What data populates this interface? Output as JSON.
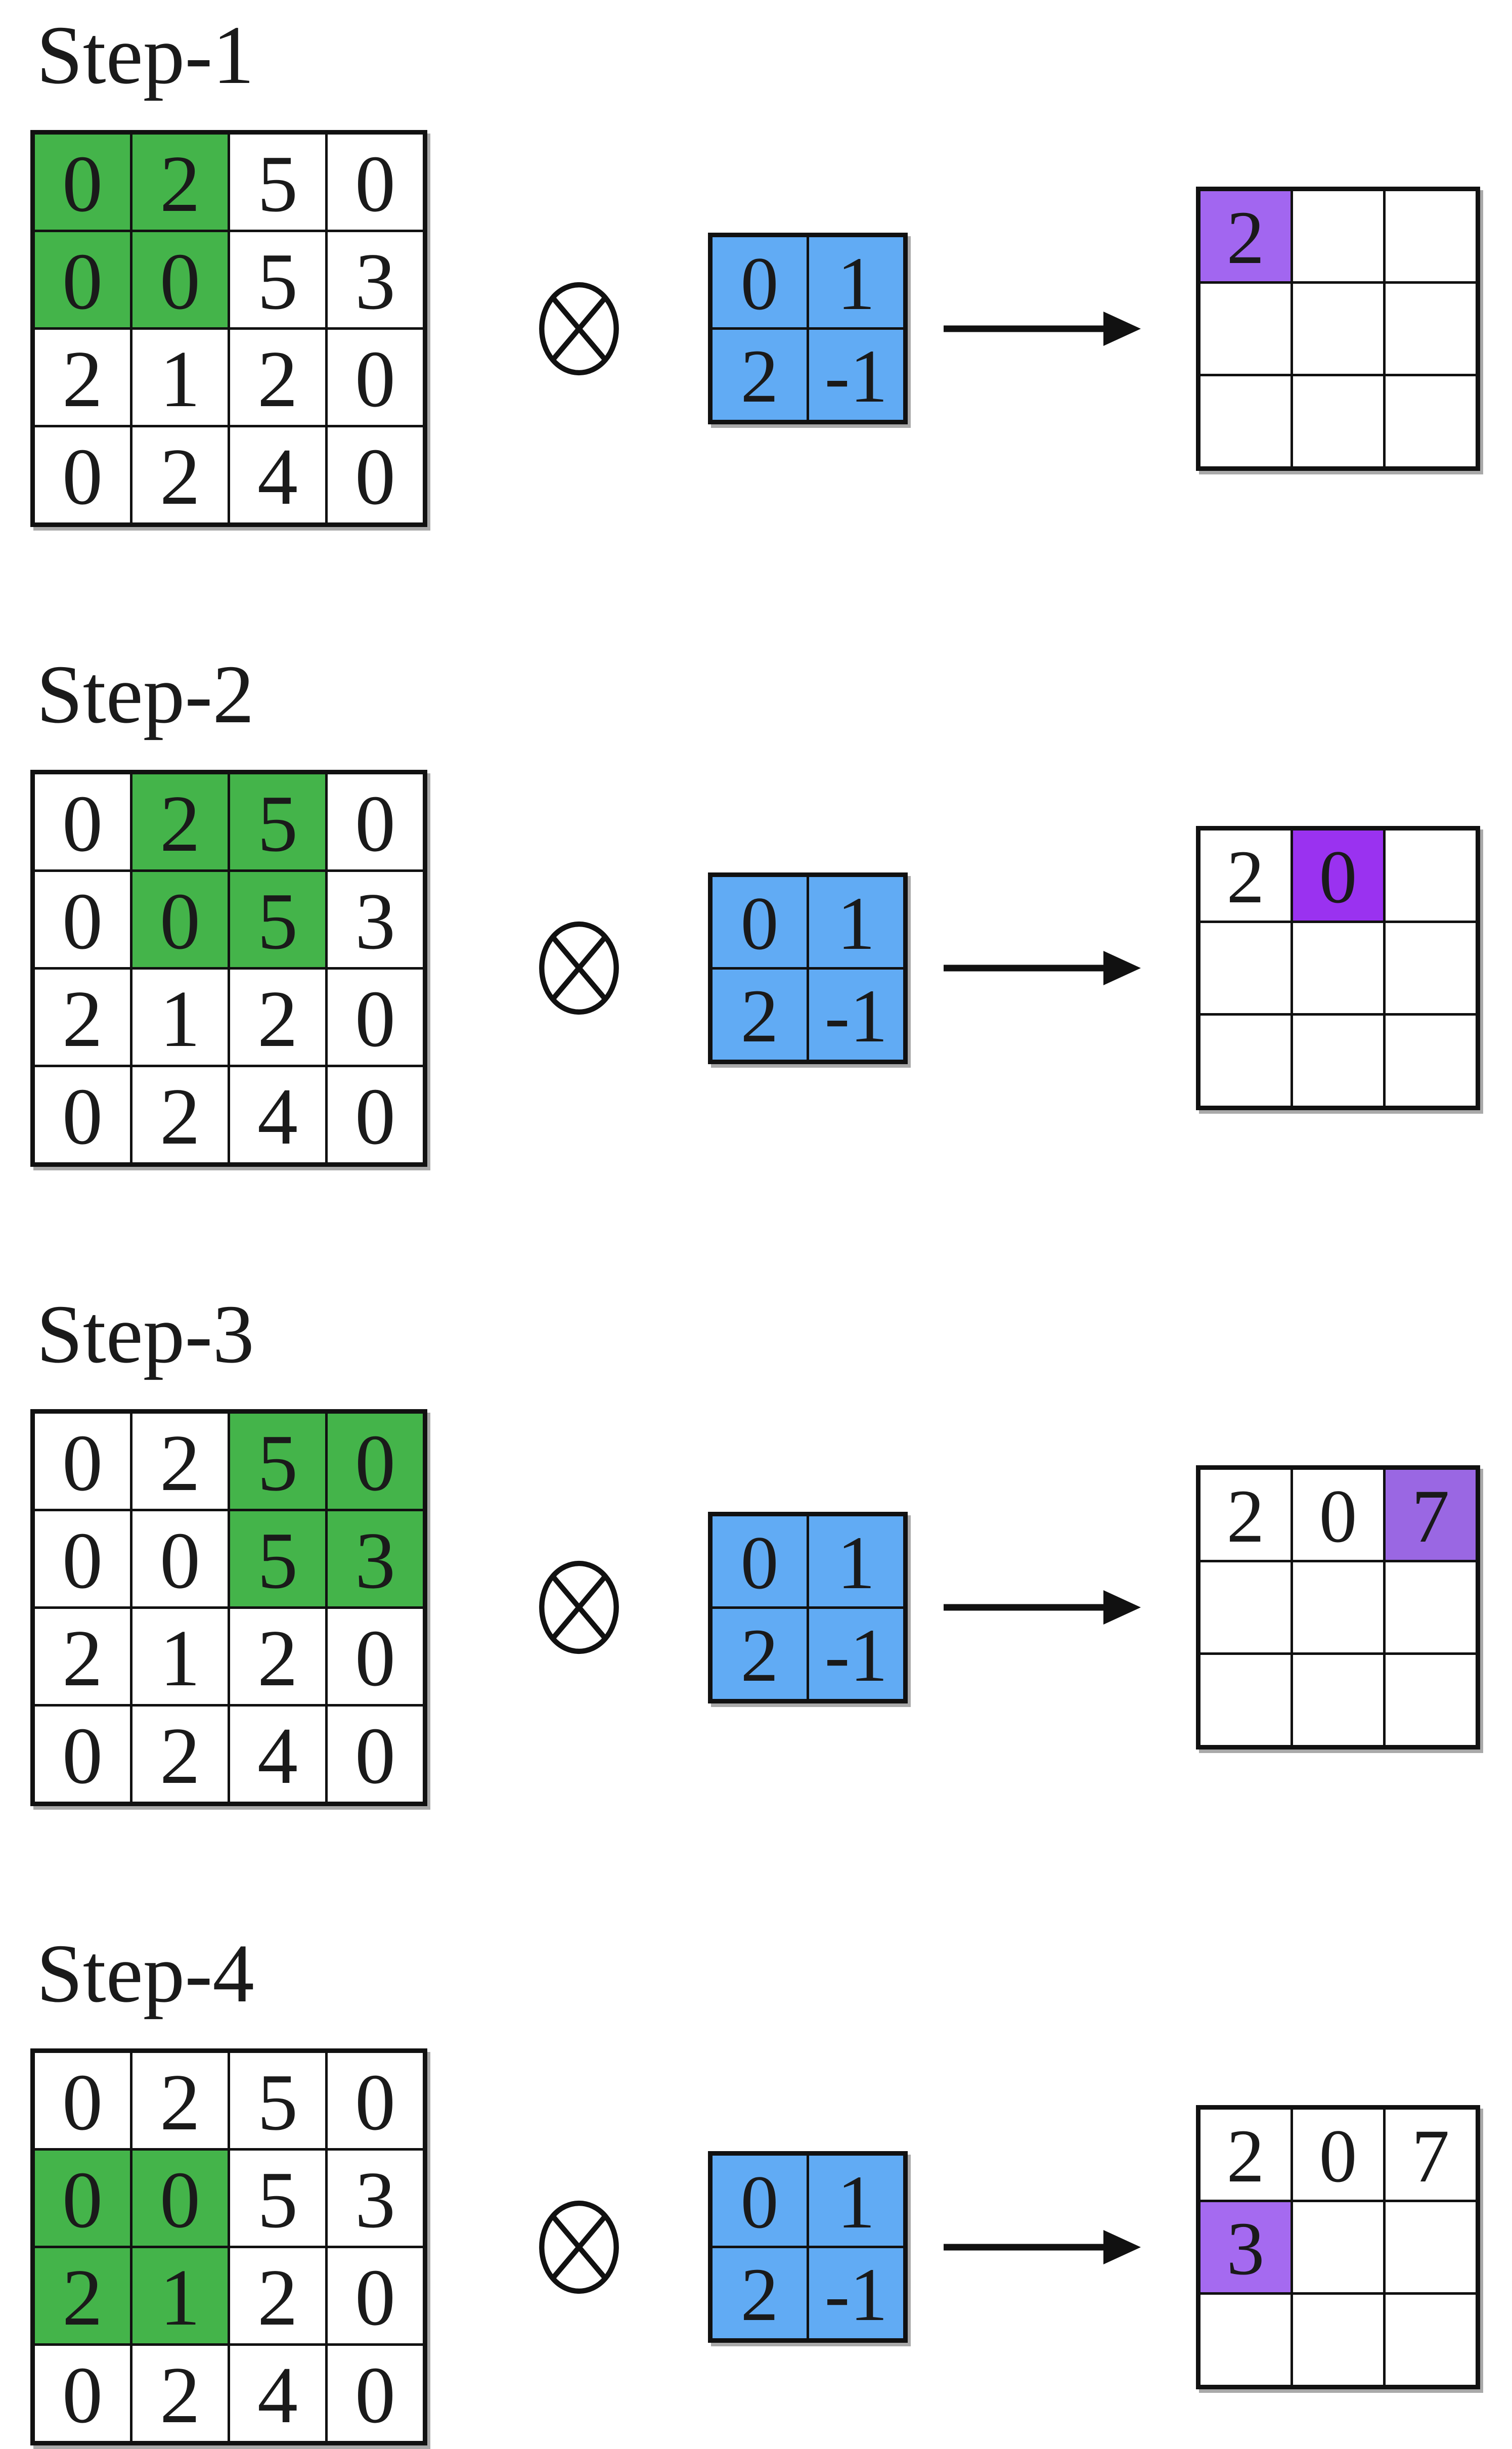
{
  "figure": {
    "operator_symbol": "⊗",
    "colors": {
      "highlight_green": "#44b44a",
      "kernel_blue": "#61abf4",
      "grid_line": "#111111",
      "text": "#1a1a1a",
      "background": "#ffffff",
      "shadow_gray": "#a9a9a9"
    }
  },
  "input_matrix": [
    [
      0,
      2,
      5,
      0
    ],
    [
      0,
      0,
      5,
      3
    ],
    [
      2,
      1,
      2,
      0
    ],
    [
      0,
      2,
      4,
      0
    ]
  ],
  "kernel": [
    [
      0,
      1
    ],
    [
      2,
      -1
    ]
  ],
  "steps": [
    {
      "label": "Step-1",
      "window_cells": [
        [
          0,
          0
        ],
        [
          0,
          1
        ],
        [
          1,
          0
        ],
        [
          1,
          1
        ]
      ],
      "output": [
        [
          "2",
          "",
          ""
        ],
        [
          "",
          "",
          ""
        ],
        [
          "",
          "",
          ""
        ]
      ],
      "result_cell": [
        0,
        0
      ],
      "result_value": "2",
      "result_color": "#a266f0"
    },
    {
      "label": "Step-2",
      "window_cells": [
        [
          0,
          1
        ],
        [
          0,
          2
        ],
        [
          1,
          1
        ],
        [
          1,
          2
        ]
      ],
      "output": [
        [
          "2",
          "0",
          ""
        ],
        [
          "",
          "",
          ""
        ],
        [
          "",
          "",
          ""
        ]
      ],
      "result_cell": [
        0,
        1
      ],
      "result_value": "0",
      "result_color": "#9a32f0"
    },
    {
      "label": "Step-3",
      "window_cells": [
        [
          0,
          2
        ],
        [
          0,
          3
        ],
        [
          1,
          2
        ],
        [
          1,
          3
        ]
      ],
      "output": [
        [
          "2",
          "0",
          "7"
        ],
        [
          "",
          "",
          ""
        ],
        [
          "",
          "",
          ""
        ]
      ],
      "result_cell": [
        0,
        2
      ],
      "result_value": "7",
      "result_color": "#9a67e3"
    },
    {
      "label": "Step-4",
      "window_cells": [
        [
          1,
          0
        ],
        [
          1,
          1
        ],
        [
          2,
          0
        ],
        [
          2,
          1
        ]
      ],
      "output": [
        [
          "2",
          "0",
          "7"
        ],
        [
          "3",
          "",
          ""
        ],
        [
          "",
          "",
          ""
        ]
      ],
      "result_cell": [
        1,
        0
      ],
      "result_value": "3",
      "result_color": "#a56af0"
    }
  ]
}
